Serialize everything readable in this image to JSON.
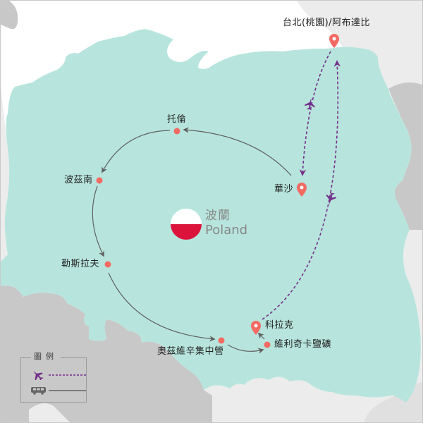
{
  "map": {
    "country": {
      "name_zh": "波蘭",
      "name_en": "Poland",
      "flag_colors": [
        "#ffffff",
        "#dc143c"
      ]
    },
    "colors": {
      "land": "#b7e5dd",
      "neighbor_dark": "#c8c8c8",
      "neighbor_light": "#ececec",
      "sea": "#ffffff",
      "marker": "#f26b63",
      "flight_route": "#74308a",
      "ground_route": "#606060"
    },
    "cities": [
      {
        "id": "taipei-abudhabi",
        "label": "台北(桃園)/阿布達比",
        "type": "pin"
      },
      {
        "id": "torun",
        "label": "托倫",
        "type": "dot"
      },
      {
        "id": "poznan",
        "label": "波茲南",
        "type": "dot"
      },
      {
        "id": "warsaw",
        "label": "華沙",
        "type": "pin"
      },
      {
        "id": "wroclaw",
        "label": "勒斯拉夫",
        "type": "dot"
      },
      {
        "id": "oswiecim",
        "label": "奧茲維辛集中營",
        "type": "dot"
      },
      {
        "id": "wieliczka",
        "label": "維利奇卡鹽礦",
        "type": "dot"
      },
      {
        "id": "krakow",
        "label": "科拉克",
        "type": "pin"
      }
    ],
    "routes": {
      "flights": [
        {
          "from": "台北(桃園)/阿布達比",
          "to": "華沙"
        },
        {
          "from": "科拉克",
          "to": "台北(桃園)/阿布達比"
        }
      ],
      "ground": [
        {
          "from": "華沙",
          "to": "托倫"
        },
        {
          "from": "托倫",
          "to": "波茲南"
        },
        {
          "from": "波茲南",
          "to": "勒斯拉夫"
        },
        {
          "from": "勒斯拉夫",
          "to": "奧茲維辛集中營"
        },
        {
          "from": "奧茲維辛集中營",
          "to": "維利奇卡鹽礦"
        },
        {
          "from": "維利奇卡鹽礦",
          "to": "科拉克"
        }
      ]
    }
  },
  "legend": {
    "title": "圖例",
    "items": [
      {
        "icon": "airplane-icon",
        "line": "dashed",
        "meaning": "flight"
      },
      {
        "icon": "bus-icon",
        "line": "solid",
        "meaning": "bus"
      }
    ]
  }
}
